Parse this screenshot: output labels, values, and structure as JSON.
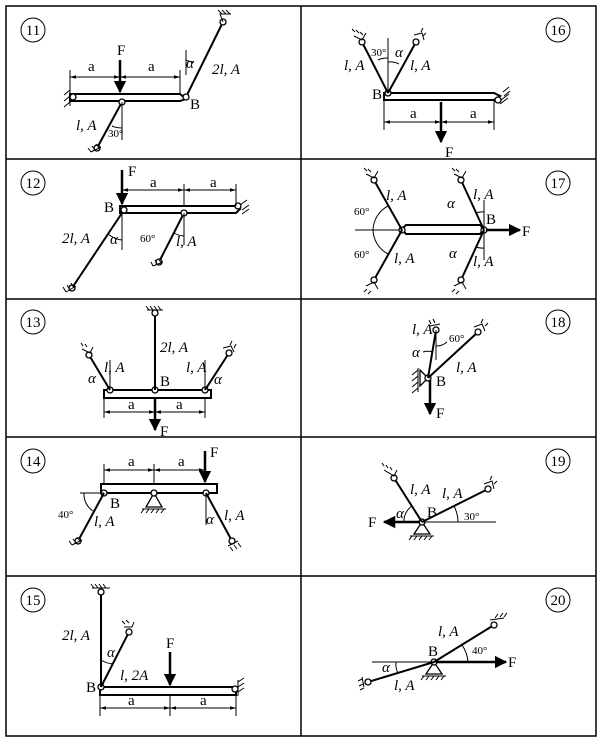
{
  "cells": [
    {
      "id": "11",
      "number": "11",
      "F": "F",
      "B": "B",
      "a1": "a",
      "a2": "a",
      "rod1": "2l, A",
      "rod2": "l, A",
      "alpha": "α",
      "angle": "30°"
    },
    {
      "id": "12",
      "number": "12",
      "F": "F",
      "B": "B",
      "a1": "a",
      "a2": "a",
      "rod1": "2l, A",
      "rod2": "l, A",
      "alpha": "α",
      "angle": "60°"
    },
    {
      "id": "13",
      "number": "13",
      "F": "F",
      "B": "B",
      "a1": "a",
      "a2": "a",
      "rod1": "l, A",
      "rod2": "2l, A",
      "rod3": "l, A",
      "alpha1": "α",
      "alpha2": "α"
    },
    {
      "id": "14",
      "number": "14",
      "F": "F",
      "B": "B",
      "a1": "a",
      "a2": "a",
      "rod1": "l, A",
      "rod2": "l, A",
      "alpha": "α",
      "angle": "40°"
    },
    {
      "id": "15",
      "number": "15",
      "F": "F",
      "B": "B",
      "a1": "a",
      "a2": "a",
      "rod1": "2l, A",
      "rod2": "l, 2A",
      "alpha": "α"
    },
    {
      "id": "16",
      "number": "16",
      "F": "F",
      "B": "B",
      "a1": "a",
      "a2": "a",
      "rod1": "l, A",
      "rod2": "l, A",
      "alpha": "α",
      "angle": "30°"
    },
    {
      "id": "17",
      "number": "17",
      "F": "F",
      "B": "B",
      "rod1": "l, A",
      "rod2": "l, A",
      "rod3": "l, A",
      "rod4": "l, A",
      "alpha1": "α",
      "alpha2": "α",
      "angle1": "60°",
      "angle2": "60°"
    },
    {
      "id": "18",
      "number": "18",
      "F": "F",
      "B": "B",
      "rod1": "l, A",
      "rod2": "l, A",
      "alpha": "α",
      "angle": "60°"
    },
    {
      "id": "19",
      "number": "19",
      "F": "F",
      "B": "B",
      "rod1": "l, A",
      "rod2": "l, A",
      "alpha": "α",
      "angle": "30°"
    },
    {
      "id": "20",
      "number": "20",
      "F": "F",
      "B": "B",
      "rod1": "l, A",
      "rod2": "l, A",
      "alpha": "α",
      "angle": "40°"
    }
  ]
}
